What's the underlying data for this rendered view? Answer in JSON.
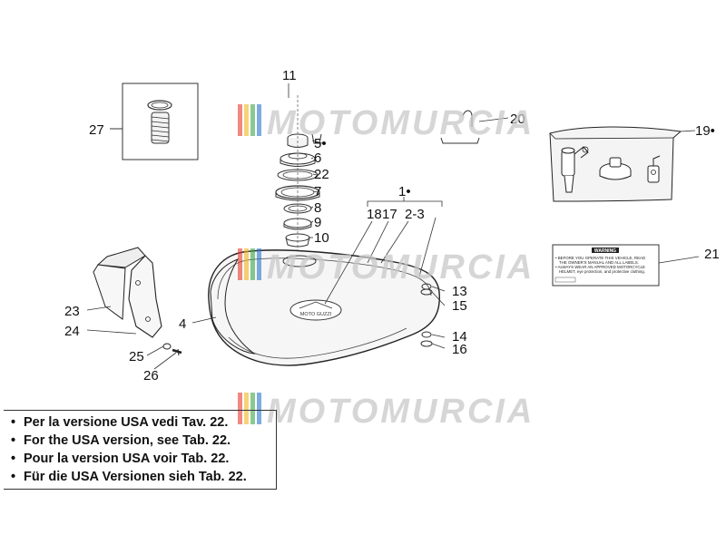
{
  "watermark": {
    "text": "MOTOMURCIA",
    "stripe_colors": [
      "#e63a2e",
      "#f2b51c",
      "#3aa64a",
      "#2a73c9"
    ]
  },
  "callouts": {
    "c1": "1•",
    "c2_3": "2-3",
    "c4": "4",
    "c5": "5•",
    "c6": "6",
    "c7": "7",
    "c8": "8",
    "c9": "9",
    "c10": "10",
    "c11": "11",
    "c13": "13",
    "c14": "14",
    "c15": "15",
    "c16": "16",
    "c17": "17",
    "c18": "18",
    "c19": "19•",
    "c20": "20",
    "c21": "21",
    "c22": "22",
    "c23": "23",
    "c24": "24",
    "c25": "25",
    "c26": "26",
    "c27": "27"
  },
  "tank_logo": "MOTO GUZZI",
  "warning_label": {
    "title": "WARNING",
    "lines": [
      "• BEFORE YOU OPERATE THIS VEHICLE, READ",
      "THE OWNER'S MANUAL AND ALL LABELS.",
      "• ALWAYS WEAR AN APPROVED MOTORCYCLE",
      "HELMET, eye protection, and protective clothing."
    ]
  },
  "notes": [
    "Per la versione USA vedi  Tav. 22.",
    "For the USA version, see  Tab. 22.",
    "Pour la version USA voir Tab. 22.",
    "Für die USA Versionen sieh Tab. 22."
  ],
  "note_bullet": "•"
}
